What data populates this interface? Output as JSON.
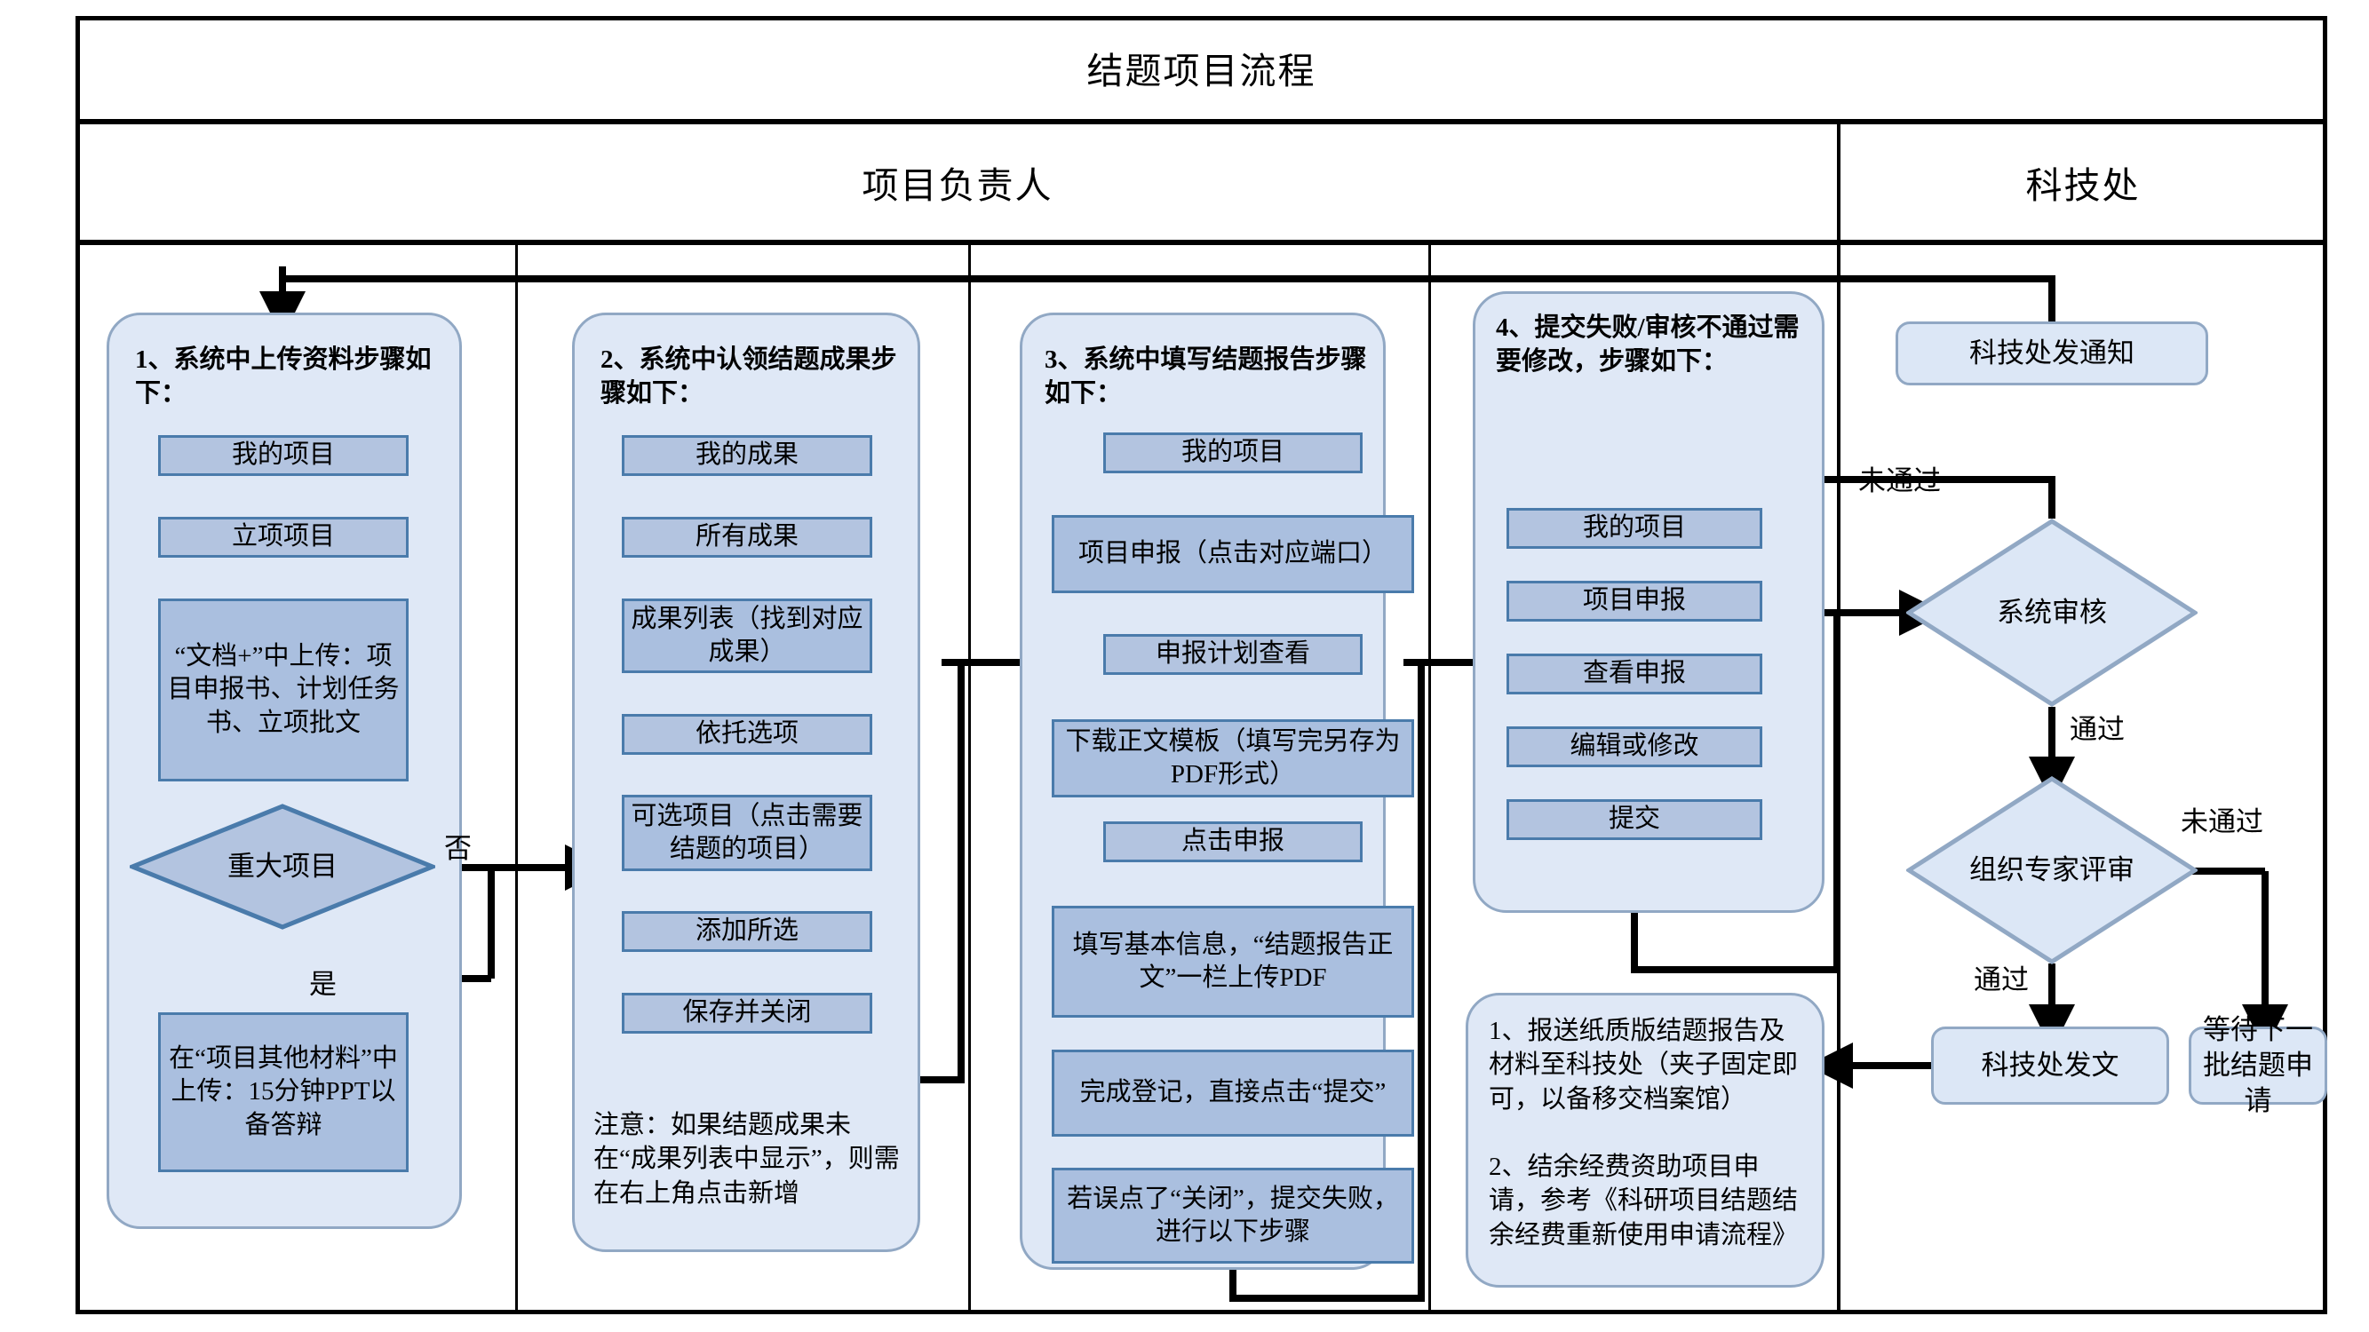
{
  "title": "结题项目流程",
  "lanes": [
    {
      "name": "项目负责人"
    },
    {
      "name": "科技处"
    }
  ],
  "groups": [
    {
      "id": "g1",
      "heading": "1、系统中上传资料步骤如下：",
      "steps": [
        {
          "label": "我的项目"
        },
        {
          "label": "立项项目"
        },
        {
          "label": "“文档+”中上传：项目申报书、计划任务书、立项批文"
        }
      ],
      "decision": {
        "label": "重大项目"
      },
      "branch_yes": "是",
      "branch_no": "否",
      "yes_step": {
        "label": "在“项目其他材料”中上传：15分钟PPT以备答辩"
      }
    },
    {
      "id": "g2",
      "heading": "2、系统中认领结题成果步骤如下：",
      "steps": [
        {
          "label": "我的成果"
        },
        {
          "label": "所有成果"
        },
        {
          "label": "成果列表（找到对应成果）"
        },
        {
          "label": "依托选项"
        },
        {
          "label": "可选项目（点击需要结题的项目）"
        },
        {
          "label": "添加所选"
        },
        {
          "label": "保存并关闭"
        }
      ],
      "note": "注意：如果结题成果未在“成果列表中显示”，则需在右上角点击新增"
    },
    {
      "id": "g3",
      "heading": "3、系统中填写结题报告步骤如下：",
      "steps": [
        {
          "label": "我的项目"
        },
        {
          "label": "项目申报（点击对应端口）"
        },
        {
          "label": "申报计划查看"
        },
        {
          "label": "下载正文模板（填写完另存为PDF形式）"
        },
        {
          "label": "点击申报"
        },
        {
          "label": "填写基本信息，“结题报告正文”一栏上传PDF"
        },
        {
          "label": "完成登记，直接点击“提交”"
        },
        {
          "label": "若误点了“关闭”，提交失败，进行以下步骤"
        }
      ]
    },
    {
      "id": "g4",
      "heading": "4、提交失败/审核不通过需要修改，步骤如下：",
      "steps": [
        {
          "label": "我的项目"
        },
        {
          "label": "项目申报"
        },
        {
          "label": "查看申报"
        },
        {
          "label": "编辑或修改"
        },
        {
          "label": "提交"
        }
      ]
    },
    {
      "id": "g5",
      "note": "1、报送纸质版结题报告及材料至科技处（夹子固定即可，以备移交档案馆）\n\n2、结余经费资助项目申请，参考《科研项目结题结余经费重新使用申请流程》"
    }
  ],
  "right_lane": {
    "notice": "科技处发通知",
    "decision_system": "系统审核",
    "decision_expert": "组织专家评审",
    "terminal_publish": "科技处发文",
    "terminal_wait": "等待下一批结题申请",
    "labels": {
      "fail_system": "未通过",
      "pass_system": "通过",
      "fail_expert": "未通过",
      "pass_expert": "通过"
    }
  },
  "colors": {
    "panel_fill": "#dfe8f6",
    "panel_border": "#91a8c4",
    "box_fill": "#b3c4e0",
    "box_border": "#4a7bab",
    "arrow_blue": "#5b9bd5",
    "arrow_black": "#000000",
    "frame": "#000000"
  }
}
